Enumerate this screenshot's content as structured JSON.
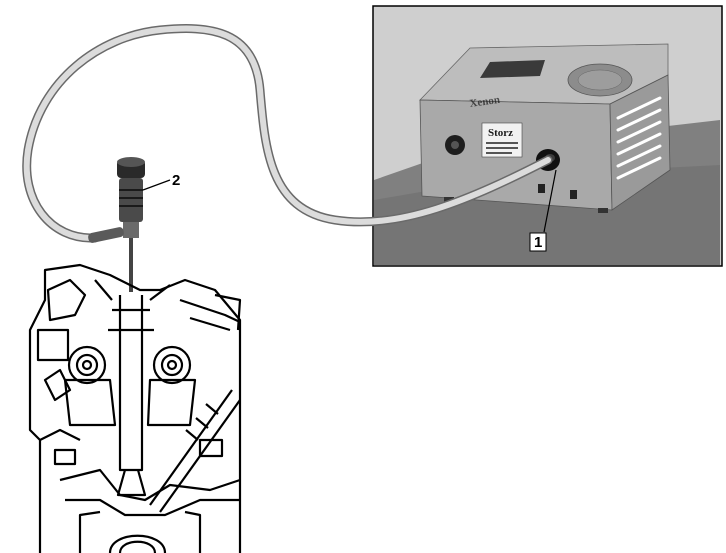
{
  "diagram": {
    "callouts": [
      {
        "id": "1",
        "label": "1"
      },
      {
        "id": "2",
        "label": "2"
      }
    ],
    "device_brand": "Storz",
    "device_model_text": "Xenon",
    "colors": {
      "photo_background": "#c9c9c9",
      "device_body": "#b3b3b3",
      "table_surface": "#7a7a7a",
      "hose": "#d9d9d9",
      "line_art": "#000000"
    }
  }
}
